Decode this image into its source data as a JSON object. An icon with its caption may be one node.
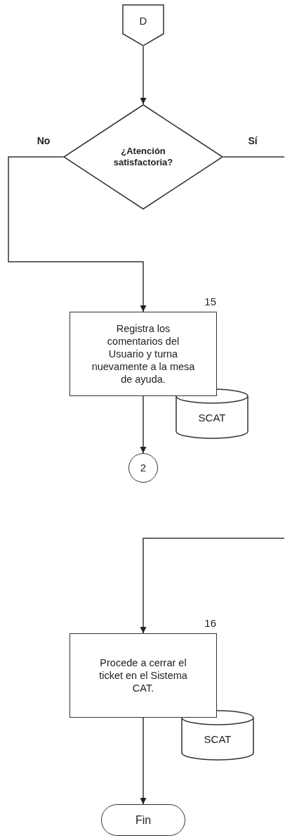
{
  "diagram": {
    "nodes": [
      {
        "text": [
          "D"
        ]
      },
      {
        "text": [
          "¿Atención satisfactoria?"
        ]
      },
      {
        "text": [
          "Registra los comentarios del Usuario y turna nuevamente a la mesa de ayuda."
        ],
        "beside": [
          "15"
        ]
      },
      {
        "text": [
          "SCAT"
        ]
      },
      {
        "text": [
          "2"
        ]
      },
      {
        "text": [
          "Procede a cerrar el ticket en el Sistema CAT."
        ],
        "beside": [
          "16"
        ]
      },
      {
        "text": [
          "SCAT"
        ]
      },
      {
        "text": [
          "Fin"
        ]
      }
    ],
    "edges": [
      {
        "from": 0,
        "to": 1,
        "arrow": "to"
      },
      {
        "from": 1,
        "to": 2,
        "arrow": "to",
        "label": "No"
      },
      {
        "from": 1,
        "to": null,
        "arrow": "none",
        "label": "Sí"
      },
      {
        "from": 2,
        "to": 4,
        "arrow": "to"
      },
      {
        "from": null,
        "to": 5,
        "arrow": "to"
      },
      {
        "from": 5,
        "to": 7,
        "arrow": "to"
      }
    ]
  }
}
